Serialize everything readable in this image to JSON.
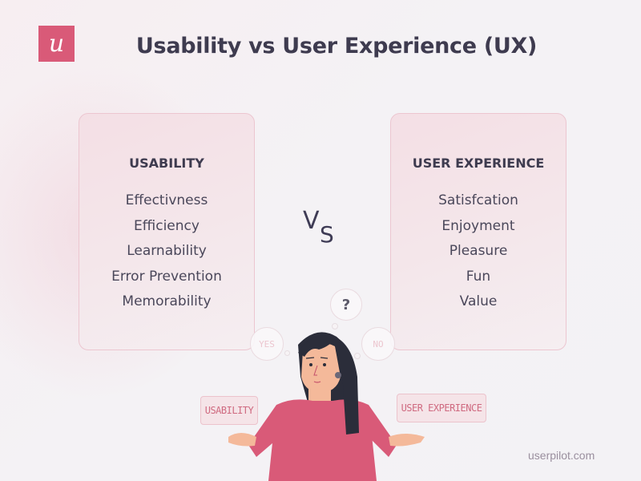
{
  "logo": {
    "glyph": "u",
    "color": "#d95a78"
  },
  "title": "Usability vs User Experience (UX)",
  "vs": {
    "v": "V",
    "s": "S"
  },
  "cards": {
    "usability": {
      "heading": "USABILITY",
      "items": [
        "Effectivness",
        "Efficiency",
        "Learnability",
        "Error Prevention",
        "Memorability"
      ]
    },
    "user_experience": {
      "heading": "USER EXPERIENCE",
      "items": [
        "Satisfcation",
        "Enjoyment",
        "Pleasure",
        "Fun",
        "Value"
      ]
    }
  },
  "illustration": {
    "question_bubble": "?",
    "yes_bubble": "YES",
    "no_bubble": "NO",
    "left_tag": "USABILITY",
    "right_tag": "USER EXPERIENCE",
    "colors": {
      "sweater": "#d95a78",
      "hair": "#2b2d3a",
      "skin": "#f4b99a"
    }
  },
  "footer": "userpilot.com"
}
